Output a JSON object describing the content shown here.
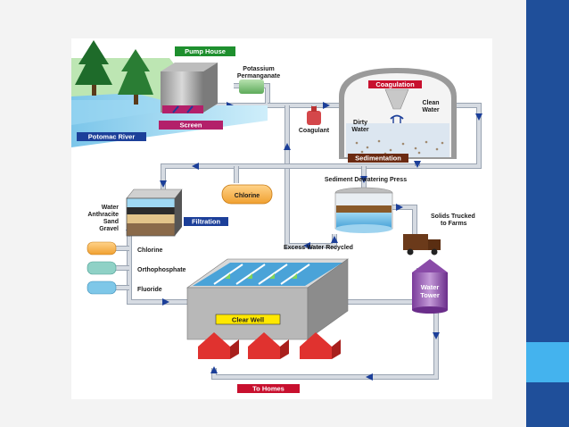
{
  "labels": {
    "pump_house": "Pump House",
    "potassium_permanganate": [
      "Potassium",
      "Permanganate"
    ],
    "screen": "Screen",
    "potomac_river": "Potomac River",
    "coagulant": "Coagulant",
    "coagulation": "Coagulation",
    "clean_water": [
      "Clean",
      "Water"
    ],
    "dirty_water": [
      "Dirty",
      "Water"
    ],
    "sedimentation": "Sedimentation",
    "sediment_dewatering_press": "Sediment Dewatering Press",
    "chlorine_tank": "Chlorine",
    "filtration": "Filtration",
    "filter_layers": [
      "Water",
      "Anthracite",
      "Sand",
      "Gravel"
    ],
    "solids_trucked": [
      "Solids Trucked",
      "to Farms"
    ],
    "excess_water": "Excess Water Recycled",
    "chlorine_dose": "Chlorine",
    "orthophosphate": "Orthophosphate",
    "fluoride": "Fluoride",
    "water_tower": [
      "Water",
      "Tower"
    ],
    "clear_well": "Clear Well",
    "to_homes": "To Homes"
  },
  "colors": {
    "side_bar": "#1f4f9a",
    "side_accent": "#44b3ee",
    "pump_house_tag": "#1e8f2e",
    "screen_tag": "#b3206a",
    "river_tag": "#1c3f99",
    "coagulation_tag": "#c8102e",
    "sedimentation_tag": "#6b2a12",
    "filtration_tag": "#1c3f99",
    "clear_well_tag": "#ffe800",
    "to_homes_tag": "#c8102e",
    "pipe": "#d6dbe2",
    "arrow": "#1c3f99"
  }
}
